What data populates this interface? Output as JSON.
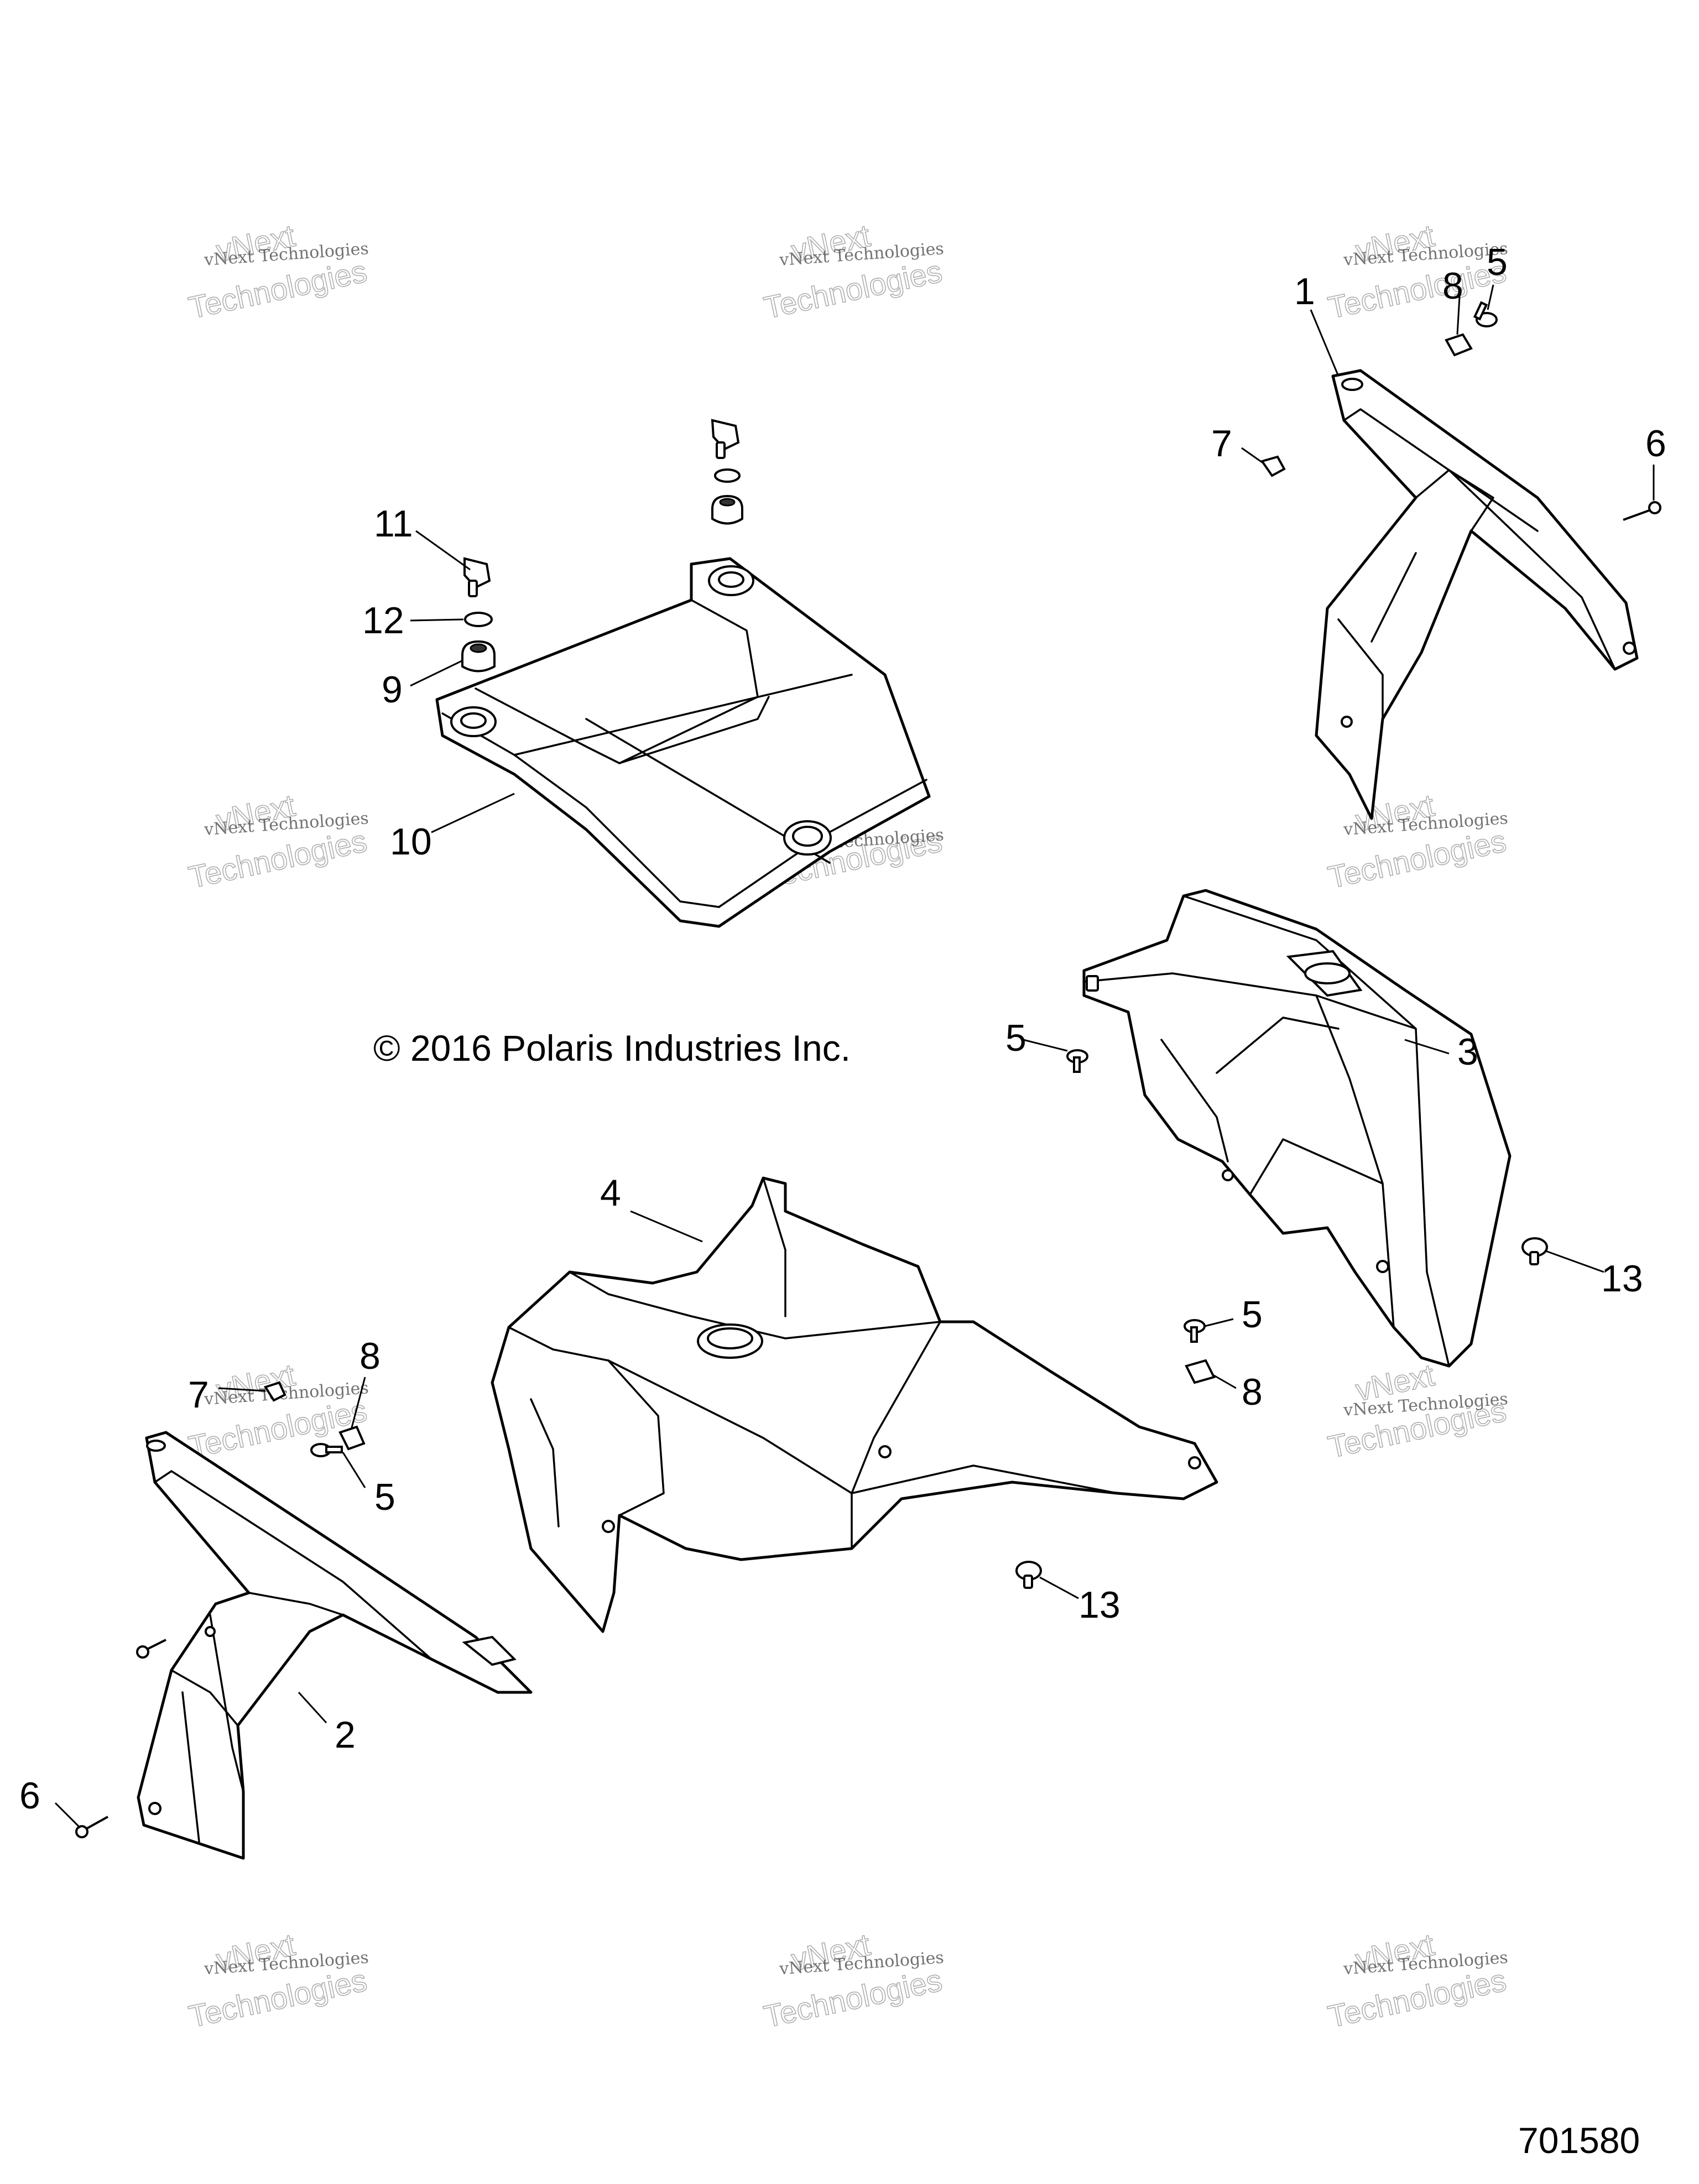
{
  "copyright": "© 2016 Polaris Industries Inc.",
  "drawing_number": "701580",
  "watermark": {
    "line1": "vNext Technologies",
    "vnext": "vNext",
    "technologies": "Technologies"
  },
  "callouts": {
    "c1": "1",
    "c2": "2",
    "c3": "3",
    "c4": "4",
    "c5a": "5",
    "c5b": "5",
    "c5c": "5",
    "c5d": "5",
    "c6a": "6",
    "c6b": "6",
    "c7a": "7",
    "c7b": "7",
    "c8a": "8",
    "c8b": "8",
    "c8c": "8",
    "c9": "9",
    "c10": "10",
    "c11": "11",
    "c12": "12",
    "c13a": "13",
    "c13b": "13"
  }
}
